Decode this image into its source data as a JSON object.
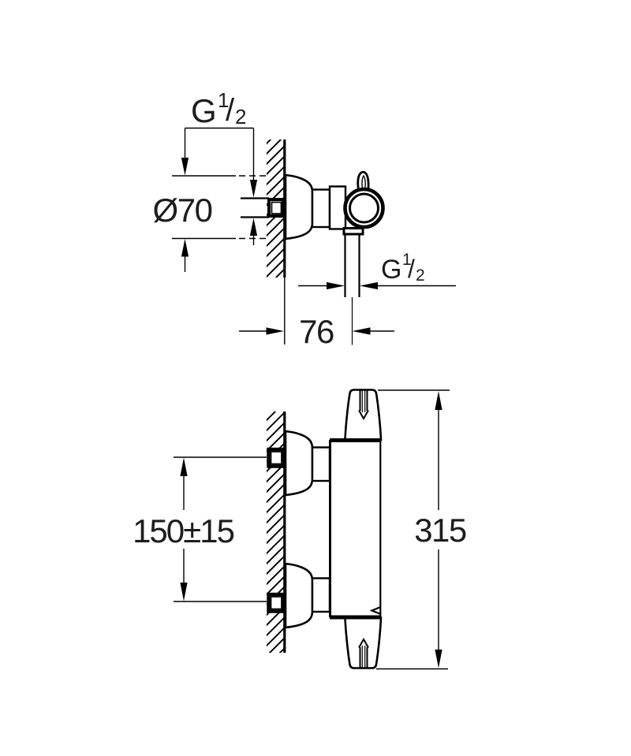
{
  "drawing_type": "dimensional technical drawing, wall-mounted thermostatic shower mixer (side view and front view)",
  "colors": {
    "line": "#000000",
    "text": "#1d1d1d",
    "background": "#ffffff"
  },
  "side_view": {
    "wall_thread_label": {
      "base": "G",
      "numerator": "1",
      "fraction_slash": "/",
      "denominator": "2"
    },
    "escutcheon_diameter_label": "Ø70",
    "outlet_thread_label": {
      "base": "G",
      "numerator": "1",
      "fraction_slash": "/",
      "denominator": "2"
    },
    "wall_to_outlet_distance_label": "76"
  },
  "front_view": {
    "connection_spacing_label": "150±15",
    "overall_height_label": "315"
  }
}
